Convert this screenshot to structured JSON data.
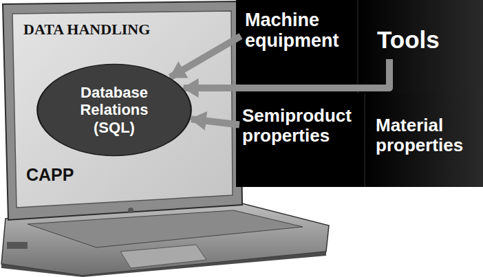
{
  "diagram": {
    "nodes": [
      {
        "text": [
          "Database Relations (SQL)"
        ]
      },
      {
        "text": [
          "Machine equipment"
        ]
      },
      {
        "text": [
          "Tools"
        ]
      },
      {
        "text": [
          "Semiproduct properties"
        ]
      },
      {
        "text": [
          "Material properties"
        ]
      }
    ],
    "edges": [
      {
        "from": 1,
        "to": 0,
        "arrow": "to"
      },
      {
        "from": 2,
        "to": 0,
        "arrow": "to"
      },
      {
        "from": 3,
        "to": 0,
        "arrow": "to"
      }
    ],
    "labels": [
      "DATA HANDLING",
      "CAPP"
    ]
  }
}
